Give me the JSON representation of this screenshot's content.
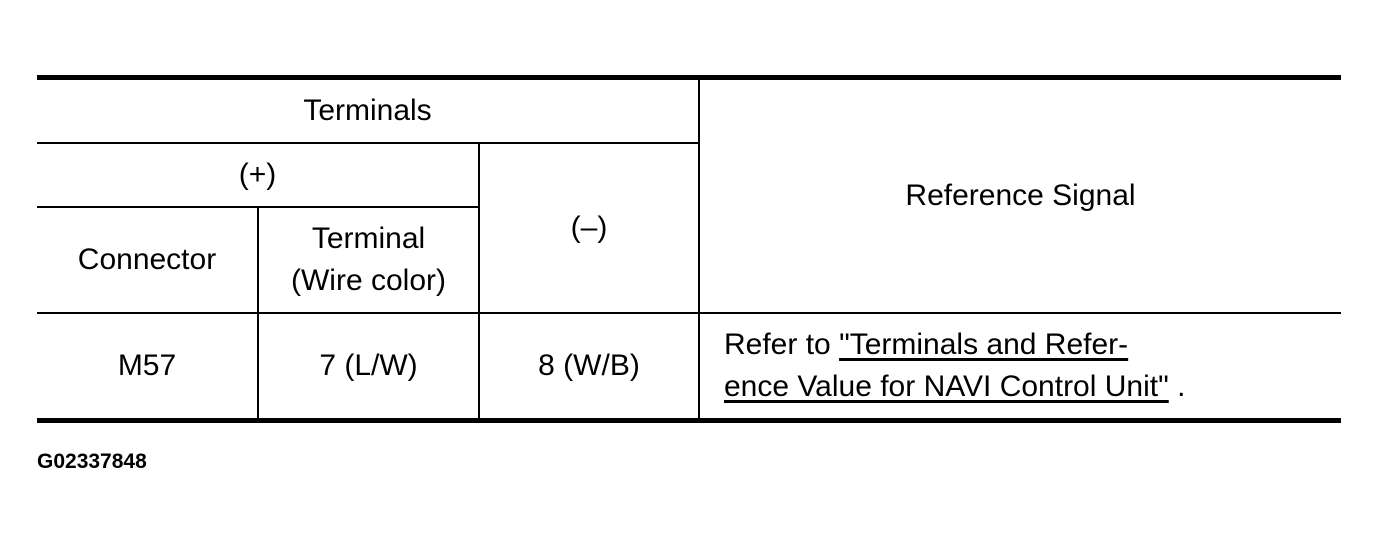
{
  "table": {
    "header": {
      "terminals": "Terminals",
      "plus": "(+)",
      "minus": "(–)",
      "connector": "Connector",
      "terminal_line1": "Terminal",
      "terminal_line2": "(Wire color)",
      "reference_signal": "Reference Signal"
    },
    "rows": [
      {
        "connector": "M57",
        "terminal": "7 (L/W)",
        "minus": "8 (W/B)",
        "reference_prefix": "Refer to ",
        "reference_link_line1": "\"Terminals and Refer-",
        "reference_link_line2": "ence Value for NAVI Control Unit\"",
        "reference_suffix": " ."
      }
    ]
  },
  "figure_id": "G02337848"
}
